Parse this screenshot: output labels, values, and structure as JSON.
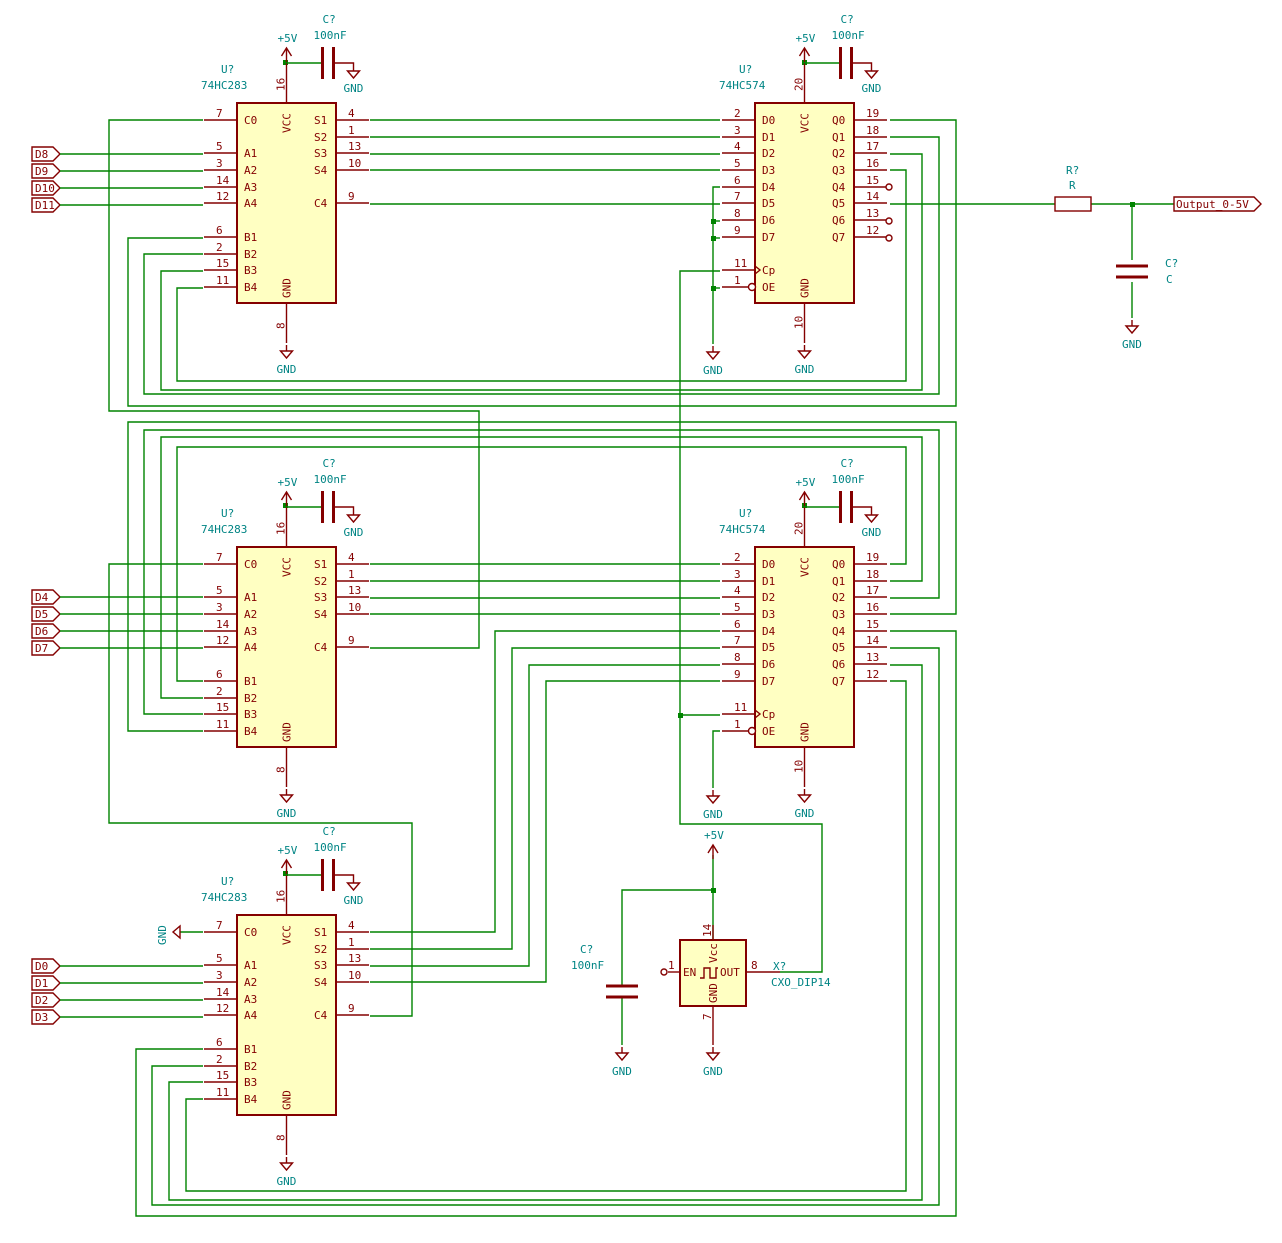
{
  "power": {
    "vcc": "+5V",
    "gnd": "GND"
  },
  "colors": {
    "wire": "#008400",
    "component": "#840000",
    "body_fill": "#ffffc2",
    "text": "#008484"
  },
  "adder": {
    "ref": "U?",
    "value": "74HC283",
    "vcc_pin_num": "16",
    "gnd_pin_num": "8",
    "vcc_label": "VCC",
    "gnd_label": "GND",
    "left": [
      {
        "name": "C0",
        "num": "7"
      },
      {
        "name": "A1",
        "num": "5"
      },
      {
        "name": "A2",
        "num": "3"
      },
      {
        "name": "A3",
        "num": "14"
      },
      {
        "name": "A4",
        "num": "12"
      },
      {
        "name": "B1",
        "num": "6"
      },
      {
        "name": "B2",
        "num": "2"
      },
      {
        "name": "B3",
        "num": "15"
      },
      {
        "name": "B4",
        "num": "11"
      }
    ],
    "right": [
      {
        "name": "S1",
        "num": "4"
      },
      {
        "name": "S2",
        "num": "1"
      },
      {
        "name": "S3",
        "num": "13"
      },
      {
        "name": "S4",
        "num": "10"
      },
      {
        "name": "C4",
        "num": "9"
      }
    ]
  },
  "latch": {
    "ref": "U?",
    "value": "74HC574",
    "vcc_pin_num": "20",
    "gnd_pin_num": "10",
    "vcc_label": "VCC",
    "gnd_label": "GND",
    "left": [
      {
        "name": "D0",
        "num": "2"
      },
      {
        "name": "D1",
        "num": "3"
      },
      {
        "name": "D2",
        "num": "4"
      },
      {
        "name": "D3",
        "num": "5"
      },
      {
        "name": "D4",
        "num": "6"
      },
      {
        "name": "D5",
        "num": "7"
      },
      {
        "name": "D6",
        "num": "8"
      },
      {
        "name": "D7",
        "num": "9"
      },
      {
        "name": "Cp",
        "num": "11"
      },
      {
        "name": "OE",
        "num": "1"
      }
    ],
    "right": [
      {
        "name": "Q0",
        "num": "19"
      },
      {
        "name": "Q1",
        "num": "18"
      },
      {
        "name": "Q2",
        "num": "17"
      },
      {
        "name": "Q3",
        "num": "16"
      },
      {
        "name": "Q4",
        "num": "15"
      },
      {
        "name": "Q5",
        "num": "14"
      },
      {
        "name": "Q6",
        "num": "13"
      },
      {
        "name": "Q7",
        "num": "12"
      }
    ]
  },
  "decoupling_cap": {
    "ref": "C?",
    "value": "100nF"
  },
  "inputs": {
    "top": [
      "D8",
      "D9",
      "D10",
      "D11"
    ],
    "middle": [
      "D4",
      "D5",
      "D6",
      "D7"
    ],
    "bottom": [
      "D0",
      "D1",
      "D2",
      "D3"
    ]
  },
  "output_filter": {
    "resistor": {
      "ref": "R?",
      "value": "R"
    },
    "capacitor": {
      "ref": "C?",
      "value": "C"
    },
    "output_label": "Output_0-5V"
  },
  "oscillator": {
    "ref": "X?",
    "value": "CXO_DIP14",
    "pins": {
      "en": "EN",
      "en_num": "1",
      "out": "OUT",
      "out_num": "8",
      "vcc": "Vcc",
      "vcc_num": "14",
      "gnd": "GND",
      "gnd_num": "7"
    },
    "cap": {
      "ref": "C?",
      "value": "100nF"
    }
  }
}
